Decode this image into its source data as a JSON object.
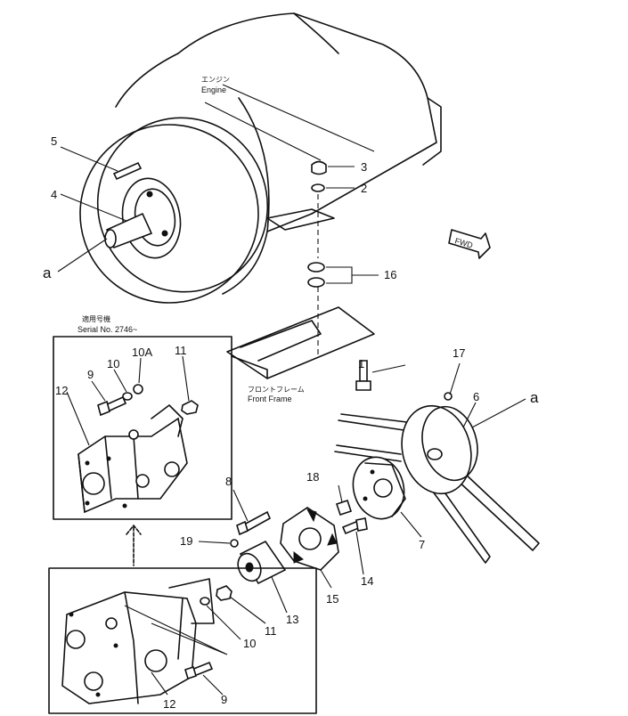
{
  "labels": {
    "engine_jp": "エンジン",
    "engine_en": "Engine",
    "frame_jp": "フロントフレーム",
    "frame_en": "Front Frame",
    "serial_jp": "適用号機",
    "serial_en": "Serial No. 2746~",
    "fwd": "FWD",
    "ref_a_left": "a",
    "ref_a_right": "a"
  },
  "callouts": {
    "c1": "1",
    "c2": "2",
    "c3": "3",
    "c4": "4",
    "c5": "5",
    "c6": "6",
    "c7": "7",
    "c8": "8",
    "c9_top": "9",
    "c9_bot": "9",
    "c10_top": "10",
    "c10_bot": "10",
    "c10a": "10A",
    "c11_top": "11",
    "c11_bot": "11",
    "c12_top": "12",
    "c12_bot": "12",
    "c13": "13",
    "c14": "14",
    "c15": "15",
    "c16": "16",
    "c17": "17",
    "c18": "18",
    "c19": "19"
  }
}
